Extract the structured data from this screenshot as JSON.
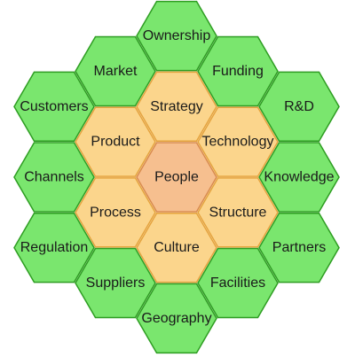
{
  "colors": {
    "outer_fill": "#7ae66e",
    "outer_stroke": "#2e9d22",
    "middle_fill": "#fbd58c",
    "middle_stroke": "#e5a33c",
    "center_fill": "#f6bf8f",
    "center_stroke": "#d98a4a"
  },
  "center": {
    "label": "People"
  },
  "middle_ring": [
    {
      "key": "strategy",
      "label": "Strategy"
    },
    {
      "key": "technology",
      "label": "Technology"
    },
    {
      "key": "structure",
      "label": "Structure"
    },
    {
      "key": "culture",
      "label": "Culture"
    },
    {
      "key": "process",
      "label": "Process"
    },
    {
      "key": "product",
      "label": "Product"
    }
  ],
  "outer_ring": [
    {
      "key": "ownership",
      "label": "Ownership"
    },
    {
      "key": "funding",
      "label": "Funding"
    },
    {
      "key": "rd",
      "label": "R&D"
    },
    {
      "key": "knowledge",
      "label": "Knowledge"
    },
    {
      "key": "partners",
      "label": "Partners"
    },
    {
      "key": "facilities",
      "label": "Facilities"
    },
    {
      "key": "geography",
      "label": "Geography"
    },
    {
      "key": "suppliers",
      "label": "Suppliers"
    },
    {
      "key": "regulation",
      "label": "Regulation"
    },
    {
      "key": "channels",
      "label": "Channels"
    },
    {
      "key": "customers",
      "label": "Customers"
    },
    {
      "key": "market",
      "label": "Market"
    }
  ]
}
